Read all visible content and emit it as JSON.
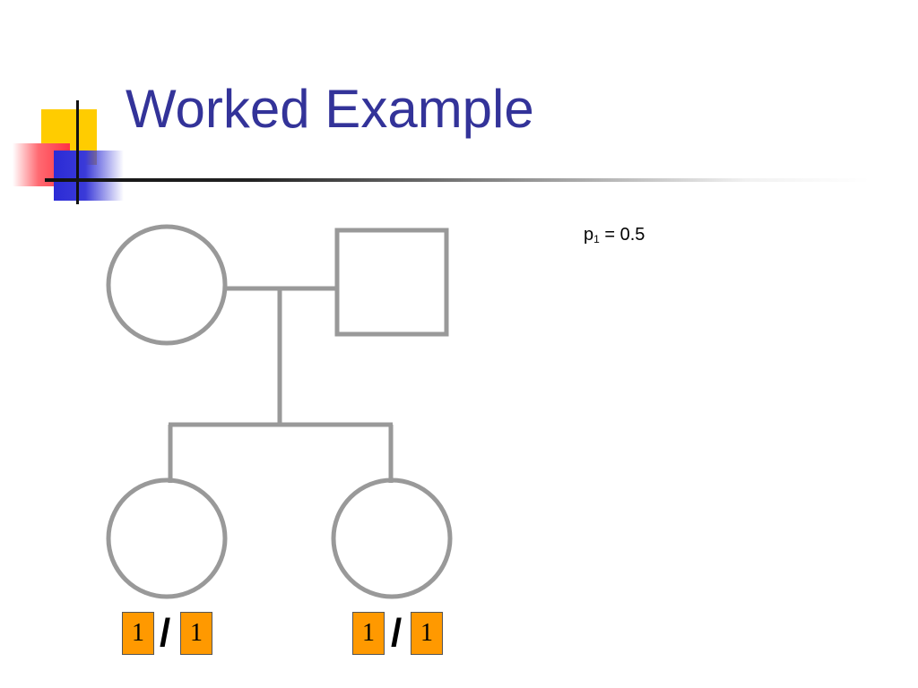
{
  "slide": {
    "title": "Worked Example",
    "annotation": {
      "symbol": "p",
      "subscript": "1",
      "rest": " = 0.5"
    }
  },
  "pedigree": {
    "parents": {
      "mother": {
        "shape": "circle"
      },
      "father": {
        "shape": "square"
      }
    },
    "children": [
      {
        "shape": "circle",
        "genotype": {
          "allele1": "1",
          "separator": "/",
          "allele2": "1"
        }
      },
      {
        "shape": "circle",
        "genotype": {
          "allele1": "1",
          "separator": "/",
          "allele2": "1"
        }
      }
    ]
  },
  "colors": {
    "title": "#333399",
    "pedigree_line": "#999999",
    "allele_box": "#ff9900",
    "logo_yellow": "#ffcc00",
    "logo_red": "#ff3344",
    "logo_blue": "#2b2bd6"
  }
}
